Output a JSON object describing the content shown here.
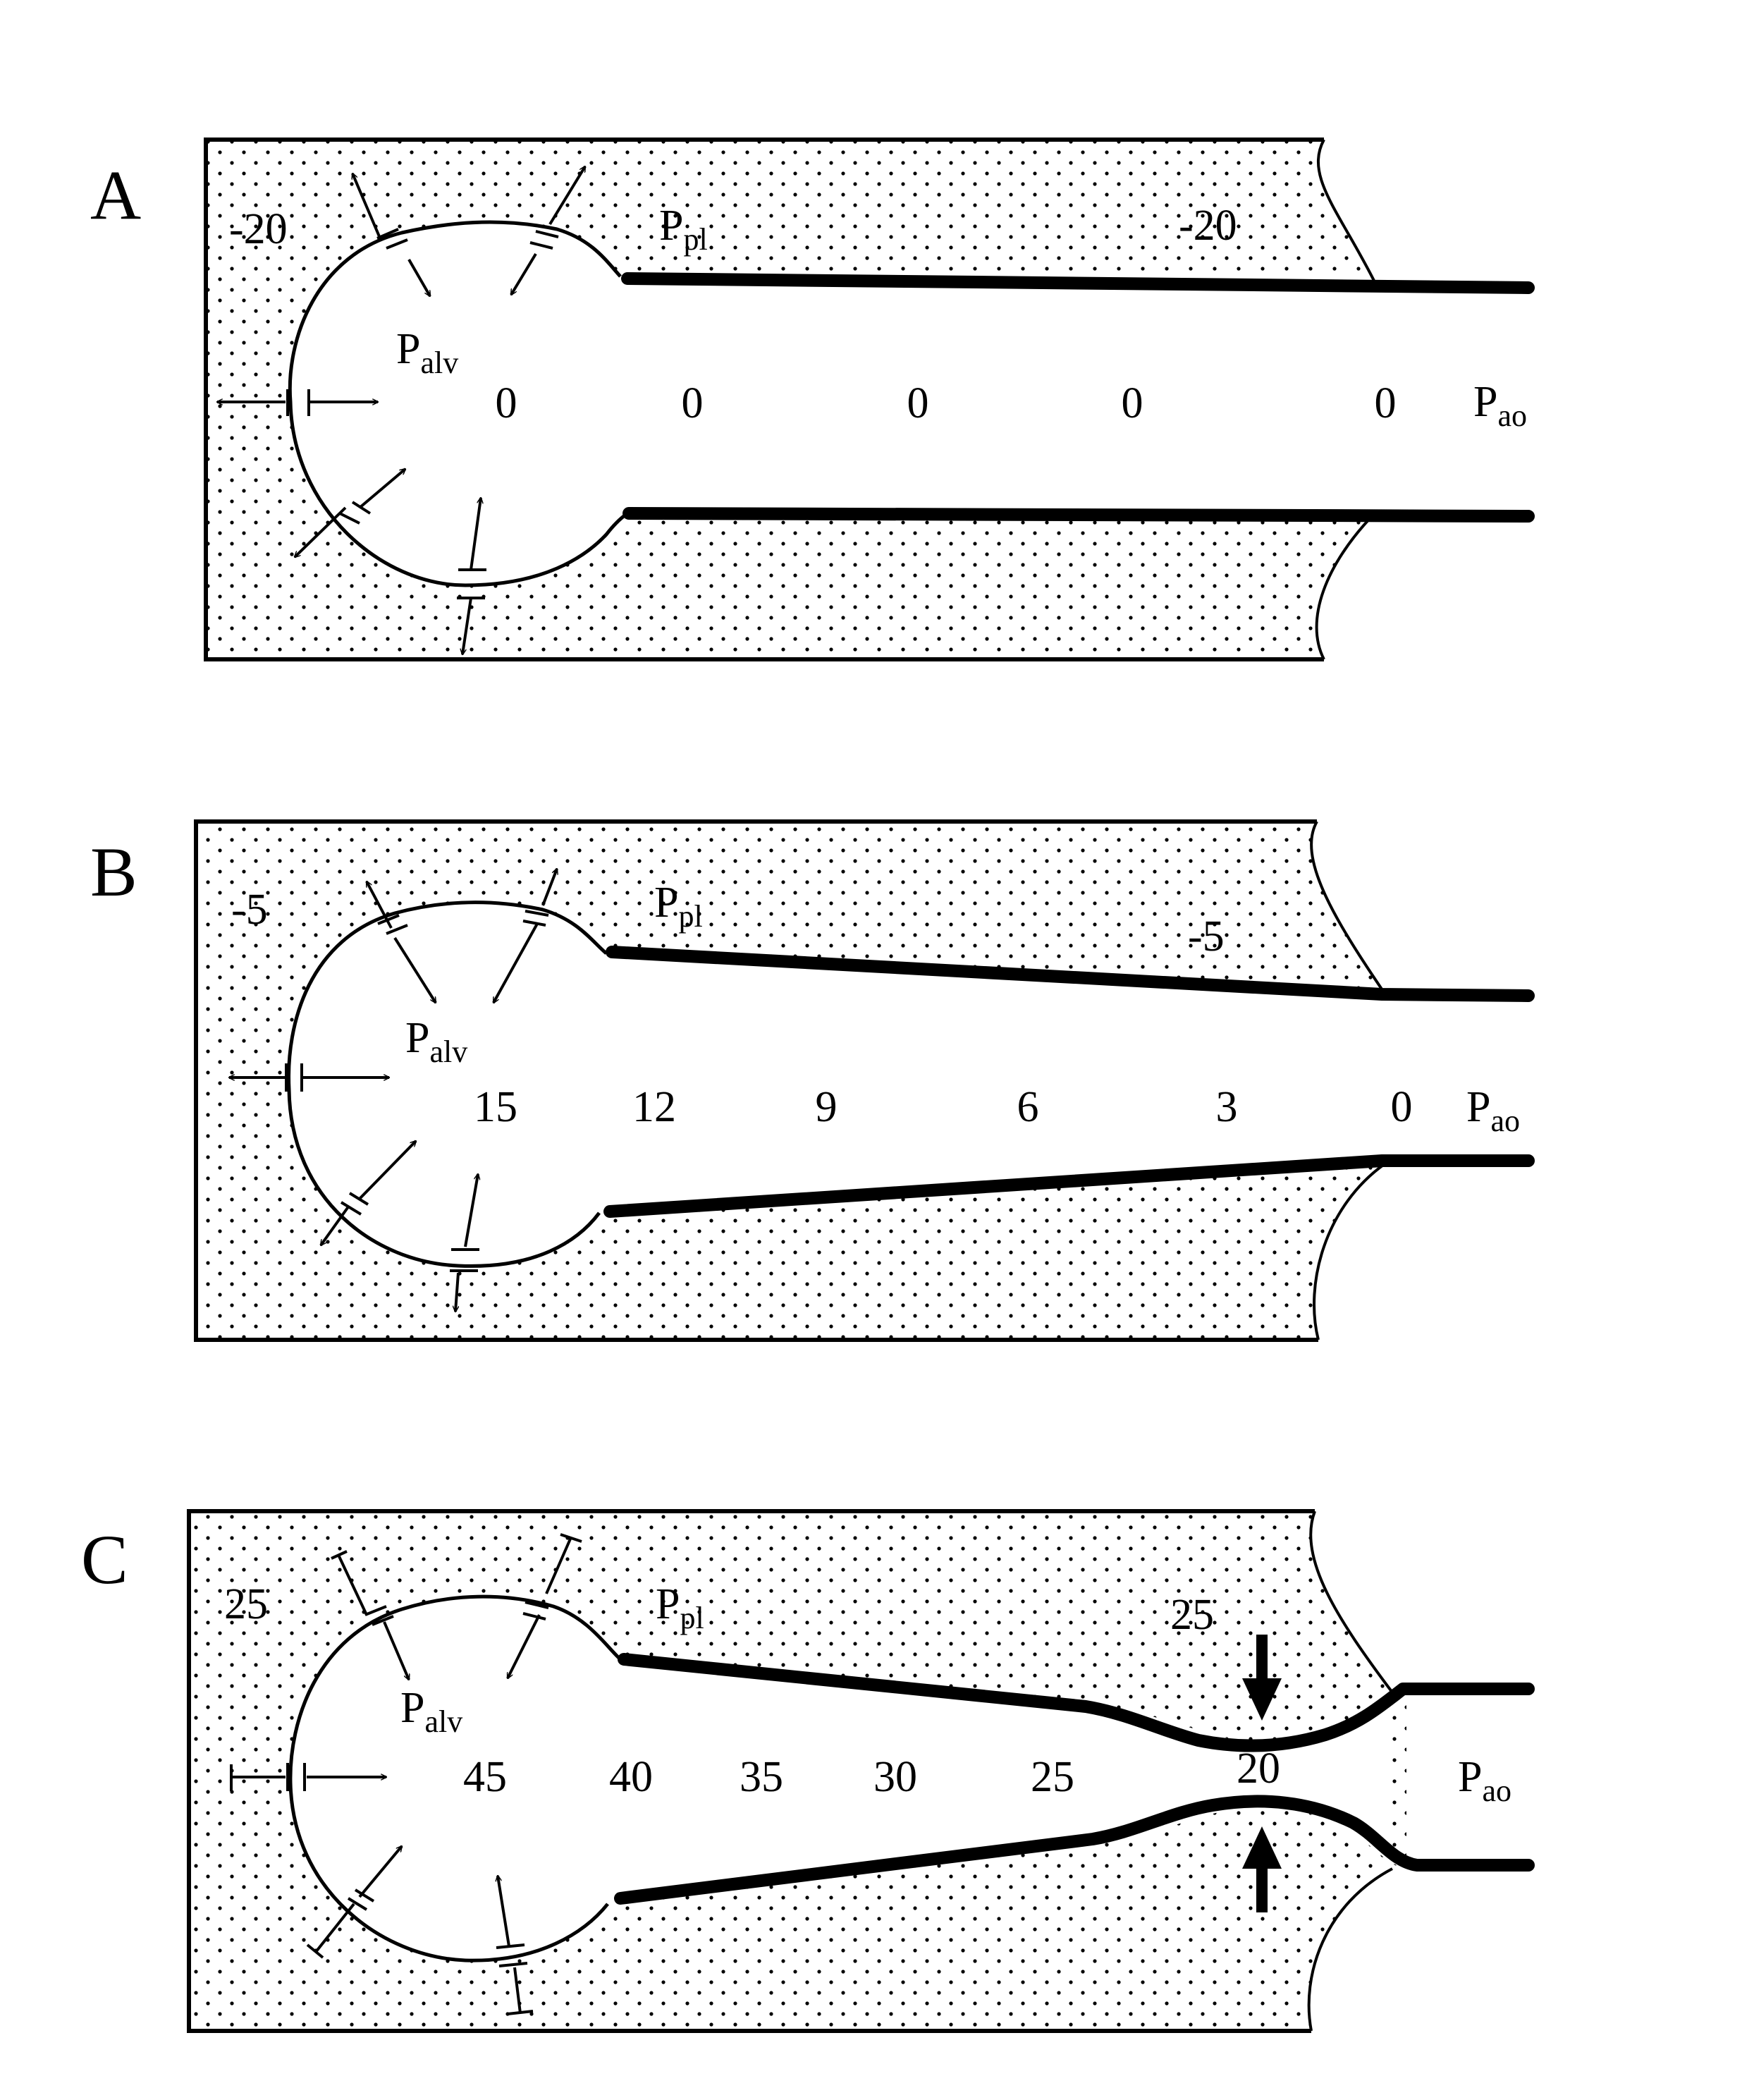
{
  "panels": [
    {
      "letter": "A",
      "ppl_left": "-20",
      "ppl_right": "-20",
      "ppl_label": "P",
      "ppl_sub": "pl",
      "palv_label": "P",
      "palv_sub": "alv",
      "pao_label": "P",
      "pao_sub": "ao",
      "airway_values": [
        "0",
        "0",
        "0",
        "0",
        "0"
      ],
      "compression": false
    },
    {
      "letter": "B",
      "ppl_left": "-5",
      "ppl_right": "-5",
      "ppl_label": "P",
      "ppl_sub": "pl",
      "palv_label": "P",
      "palv_sub": "alv",
      "pao_label": "P",
      "pao_sub": "ao",
      "airway_values": [
        "15",
        "12",
        "9",
        "6",
        "3",
        "0"
      ],
      "compression": false
    },
    {
      "letter": "C",
      "ppl_left": "25",
      "ppl_right": "25",
      "ppl_label": "P",
      "ppl_sub": "pl",
      "palv_label": "P",
      "palv_sub": "alv",
      "pao_label": "P",
      "pao_sub": "ao",
      "airway_values": [
        "45",
        "40",
        "35",
        "30",
        "25",
        "20"
      ],
      "compression": true
    }
  ],
  "colors": {
    "ink": "#000000",
    "paper": "#ffffff"
  }
}
